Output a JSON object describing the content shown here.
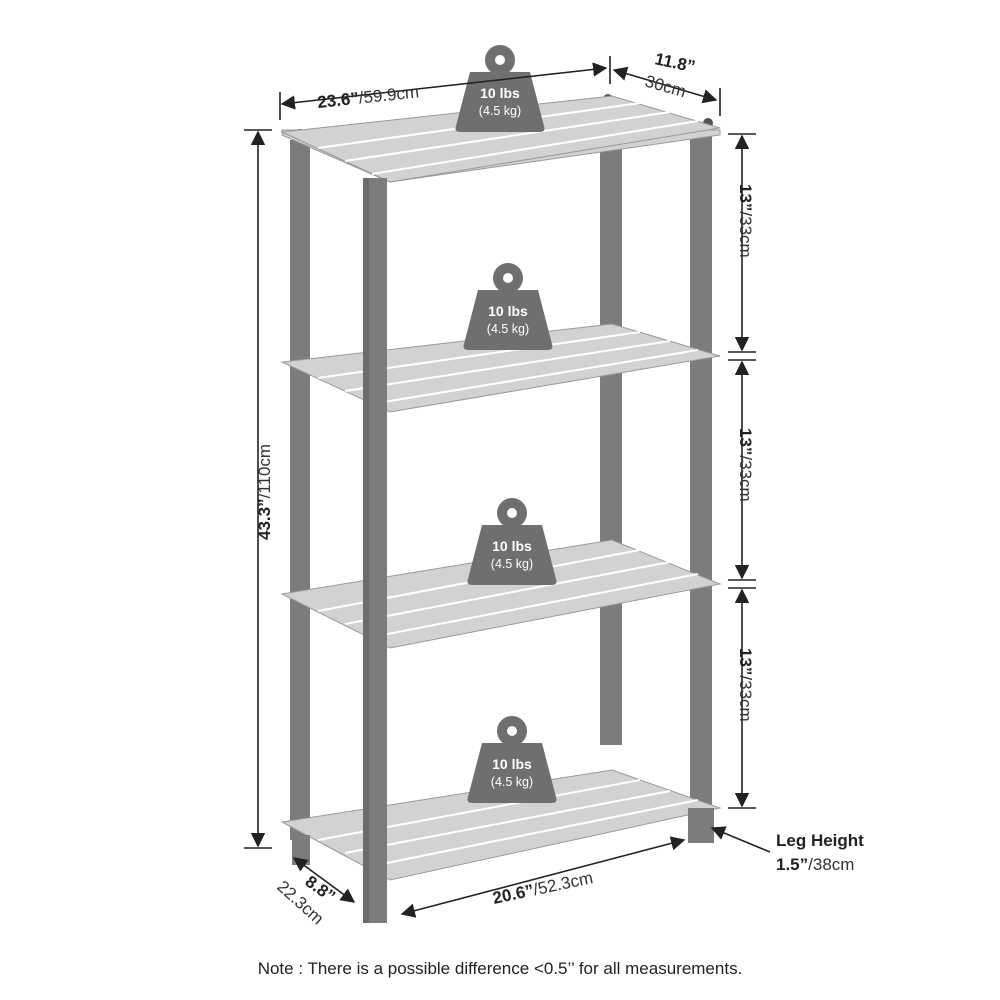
{
  "dimensions": {
    "width_in": "23.6”",
    "width_cm": "/59.9cm",
    "depth_in": "11.8”",
    "depth_cm": "30cm",
    "height_in": "43.3”",
    "height_cm": "/110cm",
    "spacing_in": "13”",
    "spacing_cm": "/33cm",
    "inner_width_in": "20.6”",
    "inner_width_cm": "/52.3cm",
    "inner_depth_in": "8.8”",
    "inner_depth_cm": "22.3cm",
    "leg_height_title": "Leg Height",
    "leg_height_in": "1.5”",
    "leg_height_cm": "/38cm"
  },
  "weight_badges": [
    {
      "lbs": "10 lbs",
      "kg": "(4.5 kg)"
    },
    {
      "lbs": "10 lbs",
      "kg": "(4.5 kg)"
    },
    {
      "lbs": "10 lbs",
      "kg": "(4.5 kg)"
    },
    {
      "lbs": "10 lbs",
      "kg": "(4.5 kg)"
    }
  ],
  "note": "Note : There is a possible difference <0.5’’ for all measurements.",
  "colors": {
    "shelf": "#d2d2d2",
    "post": "#7c7c7c",
    "badge": "#6f6f6f"
  }
}
